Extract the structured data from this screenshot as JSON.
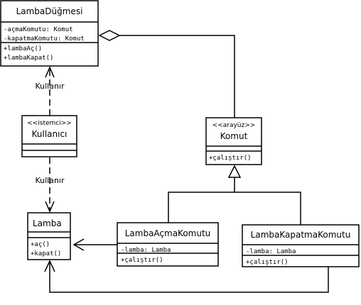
{
  "classes": {
    "lamba_dugmesi": {
      "name": "LambaDüğmesi",
      "attributes": [
        "-açmaKomutu: Komut",
        "-kapatmaKomutu: Komut"
      ],
      "methods": [
        "+lambaAç()",
        "+lambaKapat()"
      ]
    },
    "kullanici": {
      "stereotype": "<<istemci>>",
      "name": "Kullanıcı"
    },
    "komut": {
      "stereotype": "<<arayüz>>",
      "name": "Komut",
      "methods": [
        "+çalıştır()"
      ]
    },
    "lamba": {
      "name": "Lamba",
      "methods": [
        "+aç()",
        "+kapat()"
      ]
    },
    "lamba_acma_komutu": {
      "name": "LambaAçmaKomutu",
      "attributes": [
        "-lamba: Lamba"
      ],
      "methods": [
        "+çalıştır()"
      ]
    },
    "lamba_kapatma_komutu": {
      "name": "LambaKapatmaKomutu",
      "attributes": [
        "-lamba: Lamba"
      ],
      "methods": [
        "+çalıştır()"
      ]
    }
  },
  "relations": {
    "kullanici_uses_dugme": "Kullanır",
    "kullanici_uses_lamba": "Kullanır"
  }
}
